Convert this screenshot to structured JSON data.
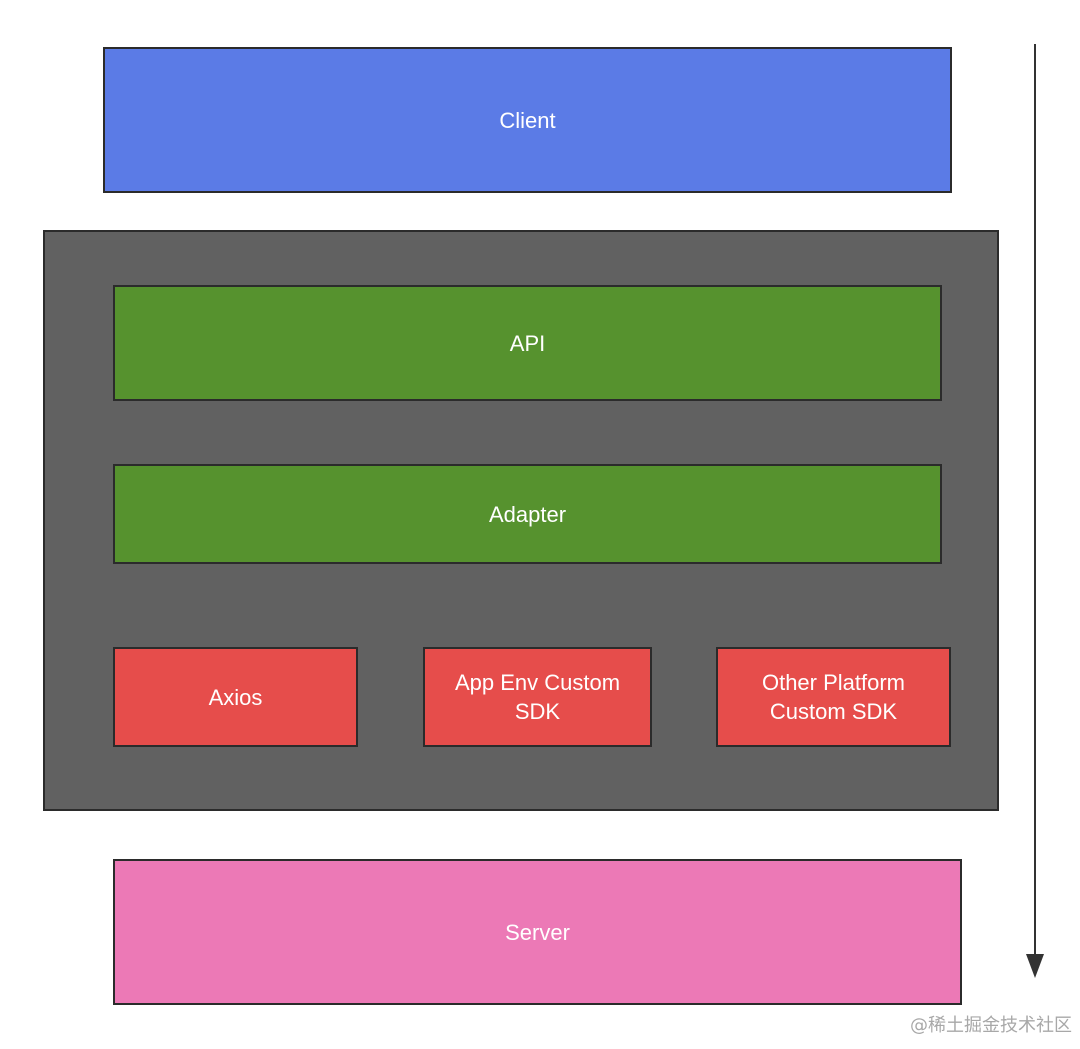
{
  "diagram": {
    "client": "Client",
    "api": "API",
    "adapter": "Adapter",
    "axios": "Axios",
    "app_env_sdk": "App Env Custom SDK",
    "other_platform_sdk": "Other Platform Custom SDK",
    "server": "Server"
  },
  "watermark": "@稀土掘金技术社区",
  "colors": {
    "client": "#5b7be6",
    "container": "#616161",
    "green_layer": "#56922e",
    "red_sdk": "#e64d4b",
    "server": "#ec79b6",
    "arrow": "#333333"
  },
  "icons": {
    "flow_direction": "down-arrow-icon"
  }
}
